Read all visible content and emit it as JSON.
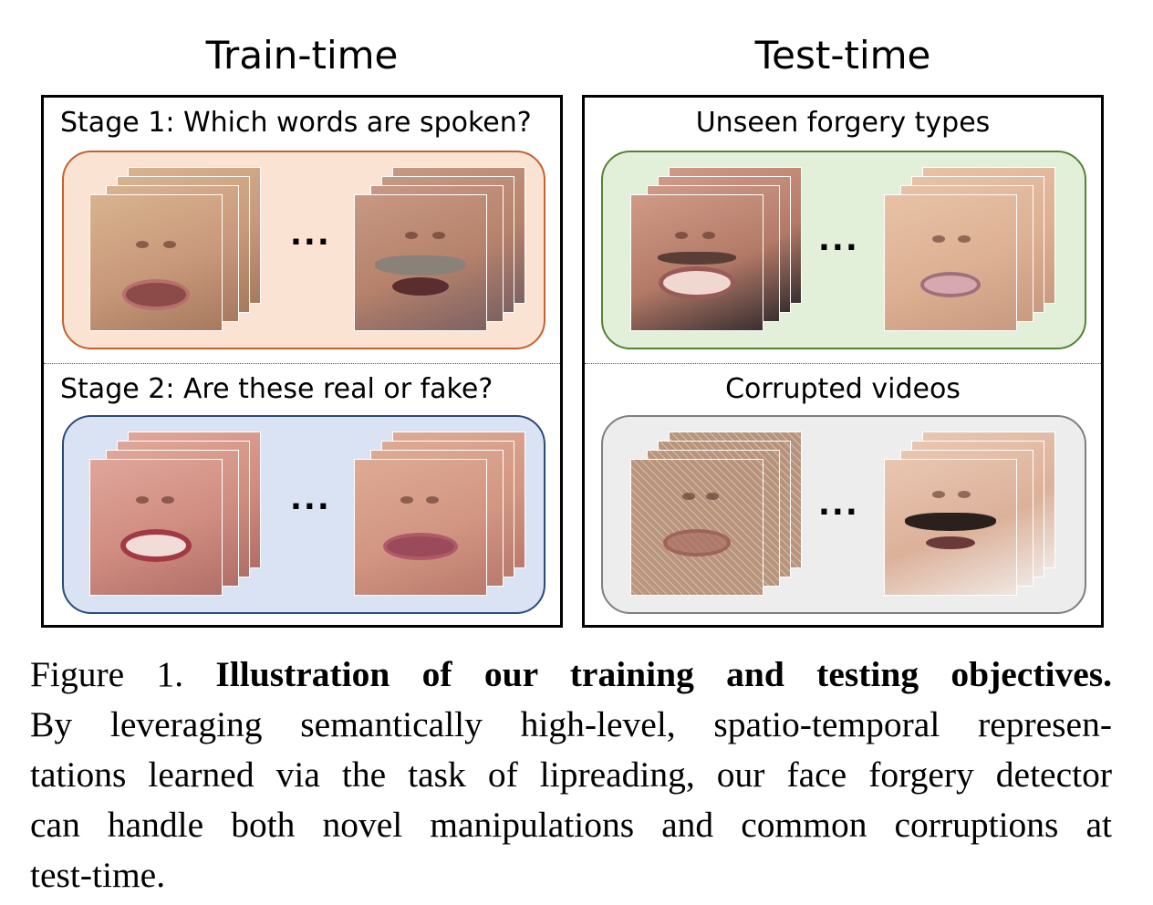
{
  "figure": {
    "train_title": "Train-time",
    "test_title": "Test-time",
    "train": {
      "stage1_prefix": "Stage 1:",
      "stage1_question": " Which words are spoken?",
      "stage2_prefix": "Stage 2:",
      "stage2_question": " Are these real or fake?",
      "ellipsis": "..."
    },
    "test": {
      "unseen_label": "Unseen forgery types",
      "corrupted_label": "Corrupted videos",
      "ellipsis": "..."
    },
    "colors": {
      "stage1_fill": "#fbe3d4",
      "stage1_border": "#c5612a",
      "stage2_fill": "#dae3f3",
      "stage2_border": "#2c4a78",
      "unseen_fill": "#e2f0d9",
      "unseen_border": "#548235",
      "corrupted_fill": "#ededed",
      "corrupted_border": "#7f7f7f"
    }
  },
  "caption": {
    "figure_number": "Figure 1. ",
    "bold_title": "Illustration of our training and testing objectives.",
    "line2": "By leveraging semantically high-level, spatio-temporal represen-",
    "line3": "tations learned via the task of lipreading, our face forgery detector",
    "line4": "can handle both novel manipulations and common corruptions at",
    "line5": "test-time."
  }
}
